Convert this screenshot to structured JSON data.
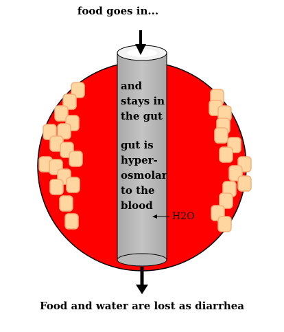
{
  "labels": {
    "food_in": "food goes in...",
    "lost": "Food and water are lost as diarrhea",
    "h2o": "H2O"
  },
  "tube_text": {
    "lines_a": [
      "and",
      "stays in",
      "the gut"
    ],
    "lines_b": [
      "gut is",
      "hyper-",
      "osmolar",
      "to the",
      "blood"
    ]
  },
  "colors": {
    "blood_red": "#ff0000",
    "outline": "#000000",
    "tube_gray": "#bdbdbd",
    "cell_fill": "#ffd5a0",
    "cell_edge": "#f4b07a",
    "arrow": "#000000"
  }
}
